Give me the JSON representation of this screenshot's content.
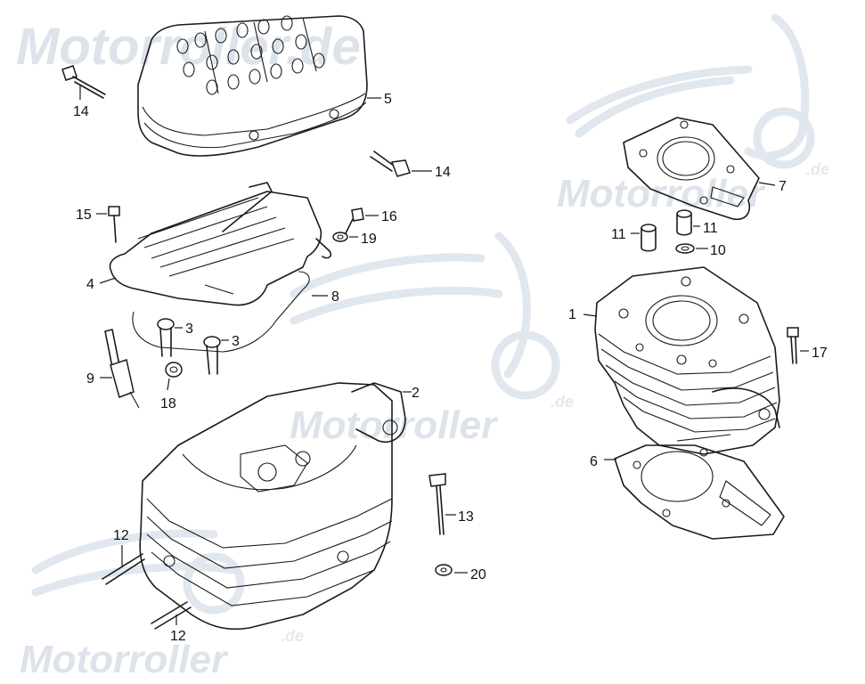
{
  "watermarks": {
    "top_left": "Motorroller.de",
    "brand": "Motorroller",
    "suffix": ".de"
  },
  "callouts": [
    {
      "id": "c14a",
      "label": "14"
    },
    {
      "id": "c5",
      "label": "5"
    },
    {
      "id": "c14b",
      "label": "14"
    },
    {
      "id": "c15",
      "label": "15"
    },
    {
      "id": "c16",
      "label": "16"
    },
    {
      "id": "c19",
      "label": "19"
    },
    {
      "id": "c4",
      "label": "4"
    },
    {
      "id": "c8",
      "label": "8"
    },
    {
      "id": "c3a",
      "label": "3"
    },
    {
      "id": "c3b",
      "label": "3"
    },
    {
      "id": "c9",
      "label": "9"
    },
    {
      "id": "c18",
      "label": "18"
    },
    {
      "id": "c2",
      "label": "2"
    },
    {
      "id": "c13",
      "label": "13"
    },
    {
      "id": "c20",
      "label": "20"
    },
    {
      "id": "c12a",
      "label": "12"
    },
    {
      "id": "c12b",
      "label": "12"
    },
    {
      "id": "c7",
      "label": "7"
    },
    {
      "id": "c11a",
      "label": "11"
    },
    {
      "id": "c11b",
      "label": "11"
    },
    {
      "id": "c10",
      "label": "10"
    },
    {
      "id": "c1",
      "label": "1"
    },
    {
      "id": "c17",
      "label": "17"
    },
    {
      "id": "c6",
      "label": "6"
    }
  ]
}
